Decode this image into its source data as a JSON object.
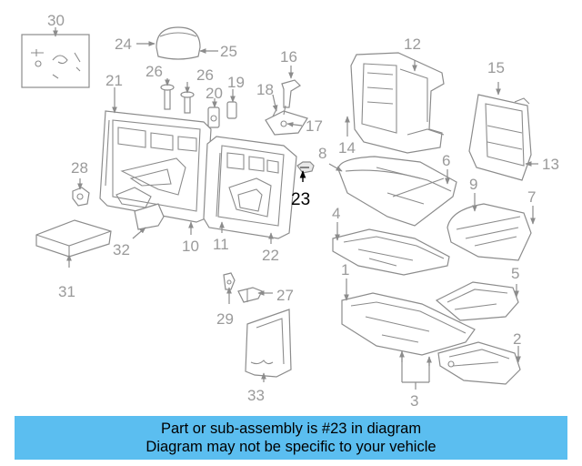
{
  "diagram": {
    "highlight_part": "23",
    "part_labels": [
      "1",
      "2",
      "3",
      "4",
      "5",
      "6",
      "7",
      "8",
      "9",
      "10",
      "11",
      "12",
      "13",
      "14",
      "15",
      "16",
      "17",
      "18",
      "19",
      "20",
      "21",
      "22",
      "24",
      "25",
      "26",
      "26",
      "27",
      "28",
      "29",
      "30",
      "31",
      "32",
      "33"
    ],
    "colors": {
      "line": "#8c8c8c",
      "label": "#9a9a9a",
      "highlight": "#000000"
    }
  },
  "banner": {
    "line1": "Part or sub-assembly is #23 in diagram",
    "line2": "Diagram may not be specific to your vehicle",
    "background": "#5bbef0"
  }
}
